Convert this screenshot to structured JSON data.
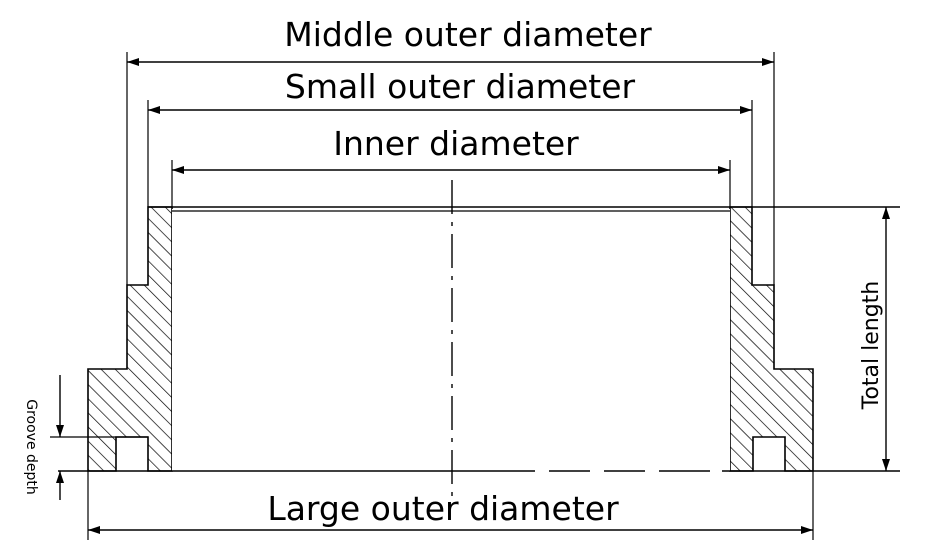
{
  "labels": {
    "middle_outer_diameter": "Middle outer diameter",
    "small_outer_diameter": "Small outer diameter",
    "inner_diameter": "Inner diameter",
    "large_outer_diameter": "Large outer diameter",
    "total_length": "Total length",
    "groove_depth": "Groove depth"
  },
  "colors": {
    "line": "#000000",
    "background": "#ffffff"
  }
}
